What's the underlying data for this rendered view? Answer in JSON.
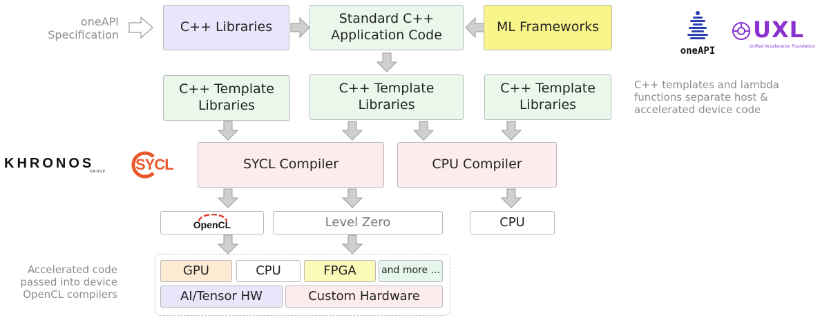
{
  "spec_note": "oneAPI\nSpecification",
  "cpp_libraries": "C++ Libraries",
  "app_code": "Standard C++\nApplication Code",
  "ml_frameworks": "ML Frameworks",
  "template_libraries": "C++ Template\nLibraries",
  "templates_note": "C++ templates and lambda\nfunctions separate host &\naccelerated device code",
  "khronos_logo_text": "KHRONOS",
  "khronos_group_text": "GROUP",
  "sycl_logo_text": "SYCL",
  "sycl_compiler": "SYCL Compiler",
  "cpu_compiler": "CPU Compiler",
  "opencl_logo_text": "OpenCL",
  "level_zero": "Level Zero",
  "cpu_target": "CPU",
  "accelerated_note": "Accelerated code\npassed into device\nOpenCL compilers",
  "devices": {
    "gpu": "GPU",
    "cpu": "CPU",
    "fpga": "FPGA",
    "more": "and more ...",
    "ai_tensor": "AI/Tensor HW",
    "custom_hw": "Custom Hardware"
  },
  "oneapi_logo_text": "oneAPI",
  "uxl_logo_text": "UXL",
  "uxl_sub_text": "Unified Acceleration Foundation",
  "colors": {
    "lavender": "#e8e6fa",
    "mint": "#eaf8ec",
    "yellow": "#f8f68a",
    "pink": "#fdeced",
    "peach": "#fcebd2",
    "light_yellow": "#fbfab8",
    "light_green": "#e6f6ec",
    "arrow_fill": "#cfcfcf",
    "arrow_stroke": "#9a9a9a",
    "sycl_orange": "#e8582a",
    "uxl_purple": "#8a32d0",
    "oneapi_blue": "#2a3fb0"
  }
}
